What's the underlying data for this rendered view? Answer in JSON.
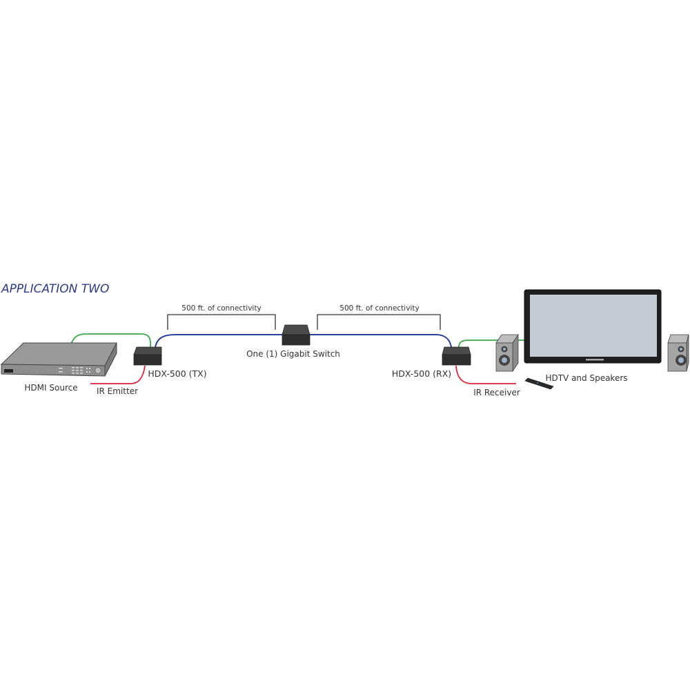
{
  "title": "APPLICATION TWO",
  "colors": {
    "title": "#2e3a87",
    "hdmi_cable": "#3aa64a",
    "network_cable": "#2b3f9a",
    "ir_cable": "#d9263b",
    "device_dark": "#3a3a3a",
    "device_gray": "#a0a0a0",
    "tv_screen": "#c2cbd6"
  },
  "brackets": [
    {
      "label": "500 ft. of connectivity"
    },
    {
      "label": "500 ft. of connectivity"
    }
  ],
  "devices": {
    "hdmi_source": {
      "label": "HDMI Source"
    },
    "ir_emitter": {
      "label": "IR Emitter"
    },
    "tx": {
      "label": "HDX-500 (TX)"
    },
    "switch": {
      "label": "One (1) Gigabit Switch"
    },
    "rx": {
      "label": "HDX-500 (RX)"
    },
    "ir_receiver": {
      "label": "IR Receiver"
    },
    "hdtv": {
      "label": "HDTV and Speakers"
    }
  }
}
